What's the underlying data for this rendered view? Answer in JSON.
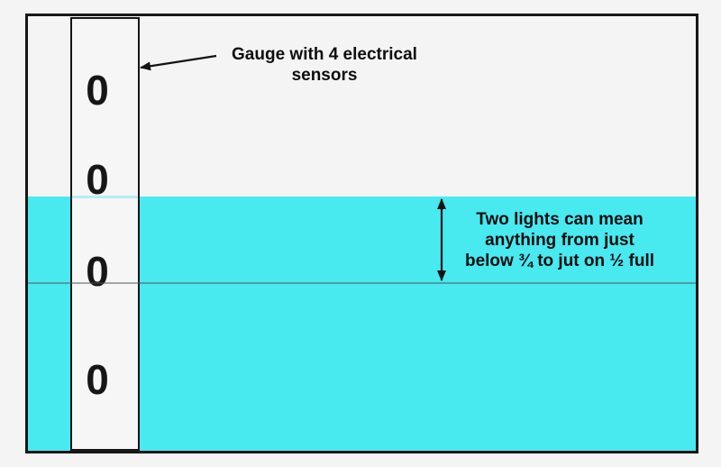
{
  "colors": {
    "background": "#f4f4f5",
    "tank_border": "#161616",
    "water": "#49e9f0",
    "gauge_fill": "#f6f6f7",
    "gauge_border": "#161616",
    "gauge_waterline": "#b5eef3",
    "divider_line": "rgba(75,85,90,0.5)",
    "arrow": "#131313",
    "text": "#0e0e0e"
  },
  "gauge": {
    "sensor_symbols": [
      "0",
      "0",
      "0",
      "0"
    ]
  },
  "labels": {
    "gauge_note": {
      "lines": [
        "Gauge with 4 electrical",
        "sensors"
      ]
    },
    "range_note": {
      "lines": [
        "Two lights can mean",
        "anything from just",
        "below ¾ to jut on ½ full"
      ]
    }
  }
}
